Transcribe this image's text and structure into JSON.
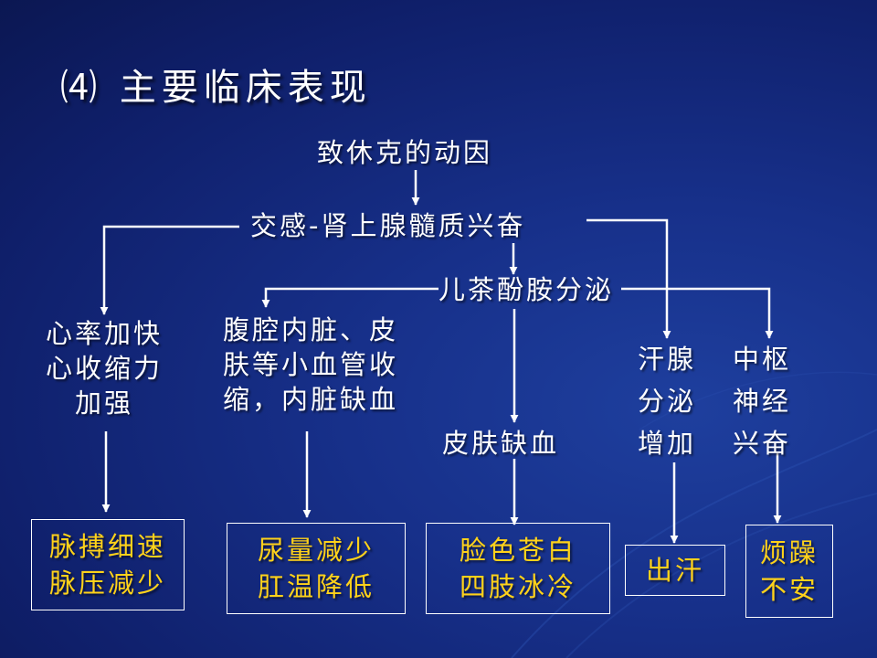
{
  "title": "⑷ 主要临床表现",
  "nodes": {
    "cause": "致休克的动因",
    "sympathetic": "交感-肾上腺髓质兴奋",
    "catecholamine": "儿茶酚胺分泌",
    "skin_ischemia": "皮肤缺血"
  },
  "left_effect": [
    "心率加快",
    "心收缩力",
    "加强"
  ],
  "visceral_effect": [
    "腹腔内脏、皮",
    "肤等小血管收",
    "缩，内脏缺血"
  ],
  "sweat_effect": [
    "汗腺",
    "分泌",
    "增加"
  ],
  "cns_effect": [
    "中枢",
    "神经",
    "兴奋"
  ],
  "outcomes": {
    "pulse": [
      "脉搏细速",
      "脉压减少"
    ],
    "urine": [
      "尿量减少",
      "肛温降低"
    ],
    "skin": [
      "脸色苍白",
      "四肢冰冷"
    ],
    "sweat": [
      "出汗"
    ],
    "restless": [
      "烦躁",
      "不安"
    ]
  },
  "colors": {
    "background": "#13298a",
    "text": "#ffffff",
    "outcome_text": "#ffd21a",
    "arrow": "#ffffff"
  }
}
